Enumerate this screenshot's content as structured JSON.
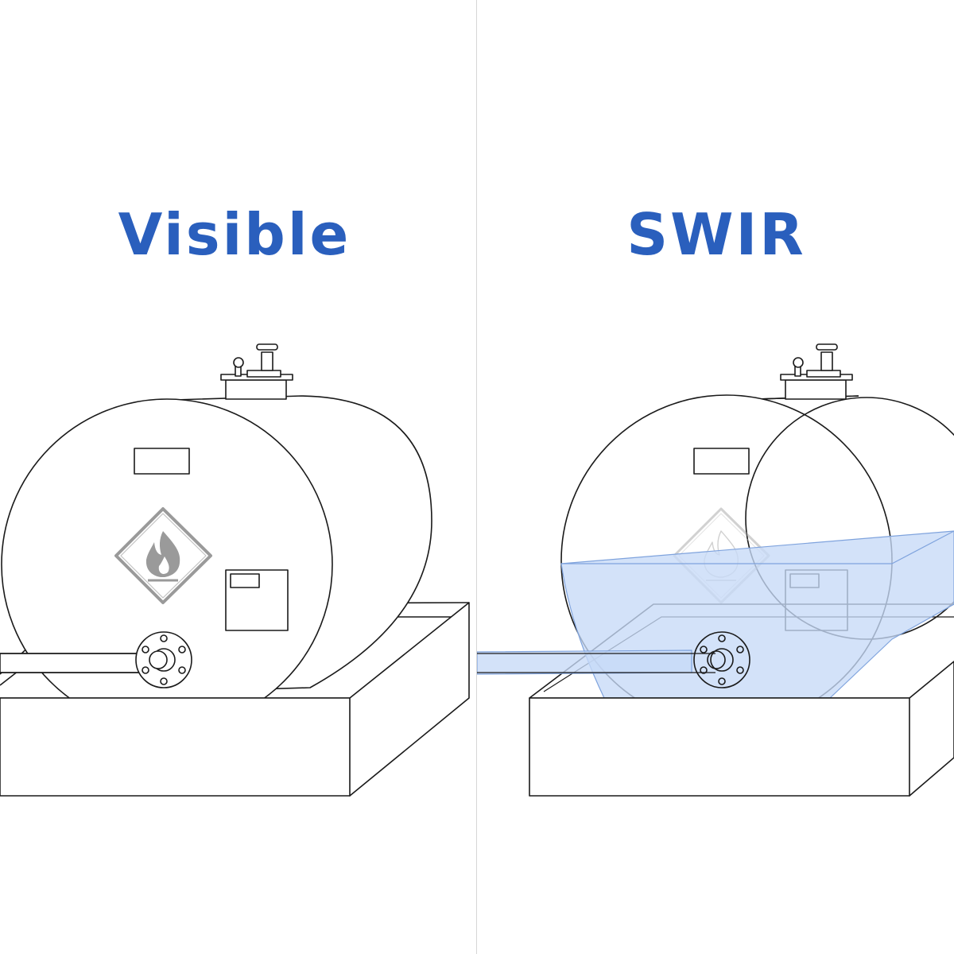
{
  "panels": {
    "left": {
      "title": "Visible"
    },
    "right": {
      "title": "SWIR"
    }
  },
  "colors": {
    "title": "#2a5fbd",
    "line": "#1a1a1a",
    "placard": "#9a9a9a",
    "leak_fill": "#c7daf7",
    "leak_edge": "#7fa3dd",
    "divider": "#d6d6d6"
  },
  "icons": {
    "hazard_placard": "flammable-flame-diamond",
    "pipe_flange": "bolted-flange",
    "tank_valve": "fill-valve"
  }
}
